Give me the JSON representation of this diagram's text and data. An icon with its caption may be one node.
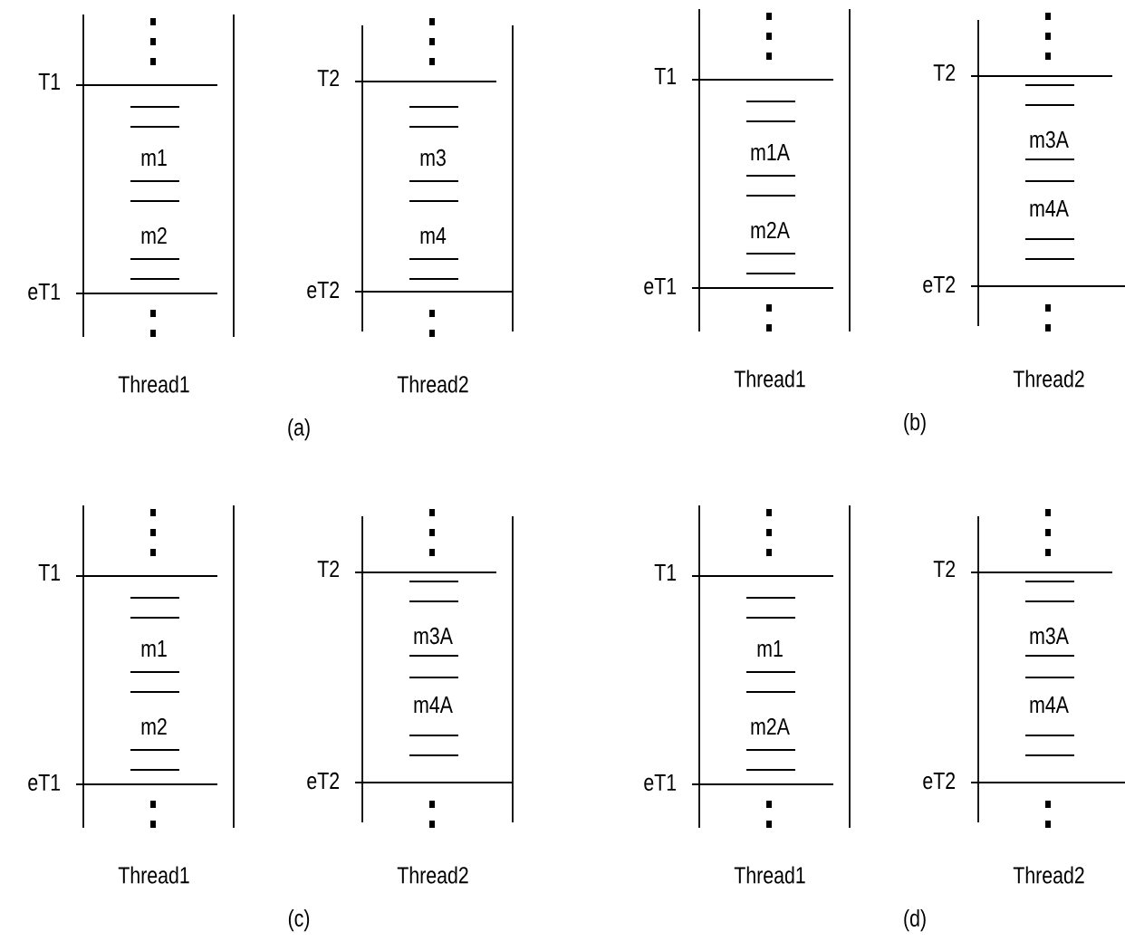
{
  "diagram": {
    "labels": [
      "T1",
      "m1",
      "m2",
      "eT1",
      "Thread1",
      "T2",
      "m3",
      "m4",
      "eT2",
      "Thread2",
      "(a)",
      "T1",
      "m1A",
      "m2A",
      "eT1",
      "Thread1",
      "T2",
      "m3A",
      "m4A",
      "eT2",
      "Thread2",
      "(b)",
      "T1",
      "m1",
      "m2",
      "eT1",
      "Thread1",
      "T2",
      "m3A",
      "m4A",
      "eT2",
      "Thread2",
      "(c)",
      "T1",
      "m1",
      "m2A",
      "eT1",
      "Thread1",
      "T2",
      "m3A",
      "m4A",
      "eT2",
      "Thread2",
      "(d)"
    ]
  }
}
